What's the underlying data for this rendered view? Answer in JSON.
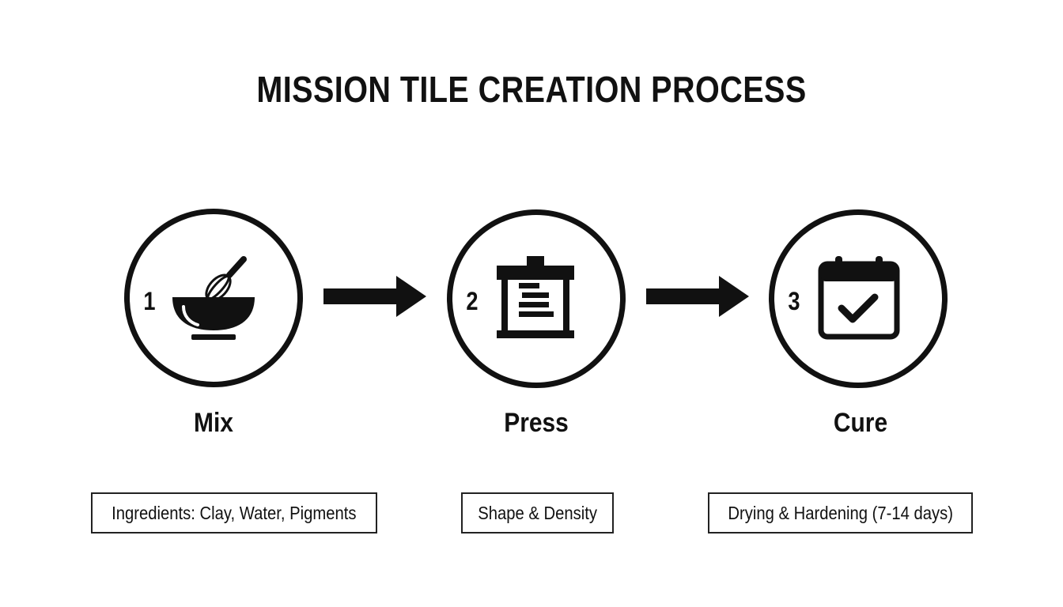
{
  "title": "MISSION TILE CREATION PROCESS",
  "steps": [
    {
      "number": "1",
      "label": "Mix",
      "note": "Ingredients: Clay, Water, Pigments",
      "icon": "mixing-bowl-whisk-icon"
    },
    {
      "number": "2",
      "label": "Press",
      "note": "Shape & Density",
      "icon": "hydraulic-press-icon"
    },
    {
      "number": "3",
      "label": "Cure",
      "note": "Drying & Hardening (7-14 days)",
      "icon": "calendar-check-icon"
    }
  ],
  "colors": {
    "ink": "#111111",
    "background": "#ffffff"
  }
}
